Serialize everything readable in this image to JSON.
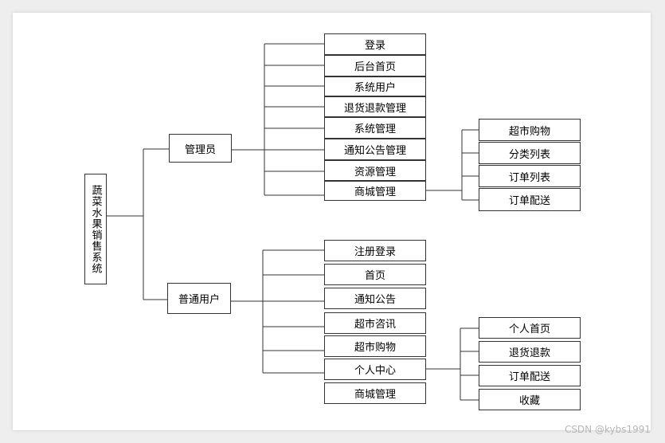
{
  "root": "蔬菜水果销售系统",
  "admin": {
    "label": "管理员",
    "items": [
      "登录",
      "后台首页",
      "系统用户",
      "退货退款管理",
      "系统管理",
      "通知公告管理",
      "资源管理",
      "商城管理"
    ],
    "shop_children": [
      "超市购物",
      "分类列表",
      "订单列表",
      "订单配送"
    ]
  },
  "user": {
    "label": "普通用户",
    "items": [
      "注册登录",
      "首页",
      "通知公告",
      "超市咨讯",
      "超市购物",
      "个人中心",
      "商城管理"
    ],
    "center_children": [
      "个人首页",
      "退货退款",
      "订单配送",
      "收藏"
    ]
  },
  "watermark": "CSDN @kybs1991"
}
